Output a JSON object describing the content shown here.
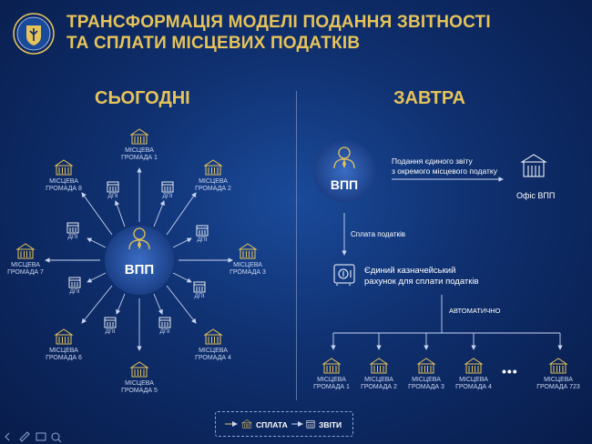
{
  "header": {
    "title_line1": "ТРАНСФОРМАЦІЯ МОДЕЛІ ПОДАННЯ ЗВІТНОСТІ",
    "title_line2": "ТА СПЛАТИ МІСЦЕВИХ ПОДАТКІВ"
  },
  "today": {
    "heading": "СЬОГОДНІ",
    "center": "ВПП",
    "dpi": "ДПІ",
    "communities": [
      {
        "l1": "МІСЦЕВА",
        "l2": "ГРОМАДА 1"
      },
      {
        "l1": "МІСЦЕВА",
        "l2": "ГРОМАДА 2"
      },
      {
        "l1": "МІСЦЕВА",
        "l2": "ГРОМАДА 3"
      },
      {
        "l1": "МІСЦЕВА",
        "l2": "ГРОМАДА 4"
      },
      {
        "l1": "МІСЦЕВА",
        "l2": "ГРОМАДА 5"
      },
      {
        "l1": "МІСЦЕВА",
        "l2": "ГРОМАДА 6"
      },
      {
        "l1": "МІСЦЕВА",
        "l2": "ГРОМАДА 7"
      },
      {
        "l1": "МІСЦЕВА",
        "l2": "ГРОМАДА 8"
      }
    ]
  },
  "tomorrow": {
    "heading": "ЗАВТРА",
    "center": "ВПП",
    "report_l1": "Подання єдиного звіту",
    "report_l2": "з окремого місцевого податку",
    "office": "Офіс ВПП",
    "payment": "Сплата податків",
    "account_l1": "Єдиний казначейський",
    "account_l2": "рахунок для сплати податків",
    "auto": "АВТОМАТИЧНО",
    "ellipsis": "•••",
    "communities": [
      {
        "l1": "МІСЦЕВА",
        "l2": "ГРОМАДА 1"
      },
      {
        "l1": "МІСЦЕВА",
        "l2": "ГРОМАДА 2"
      },
      {
        "l1": "МІСЦЕВА",
        "l2": "ГРОМАДА 3"
      },
      {
        "l1": "МІСЦЕВА",
        "l2": "ГРОМАДА 4"
      },
      {
        "l1": "МІСЦЕВА",
        "l2": "ГРОМАДА 723"
      }
    ]
  },
  "legend": {
    "payment": "СПЛАТА",
    "reports": "ЗВІТИ"
  },
  "colors": {
    "gold": "#e6c35a",
    "line": "#c9d6f2"
  }
}
